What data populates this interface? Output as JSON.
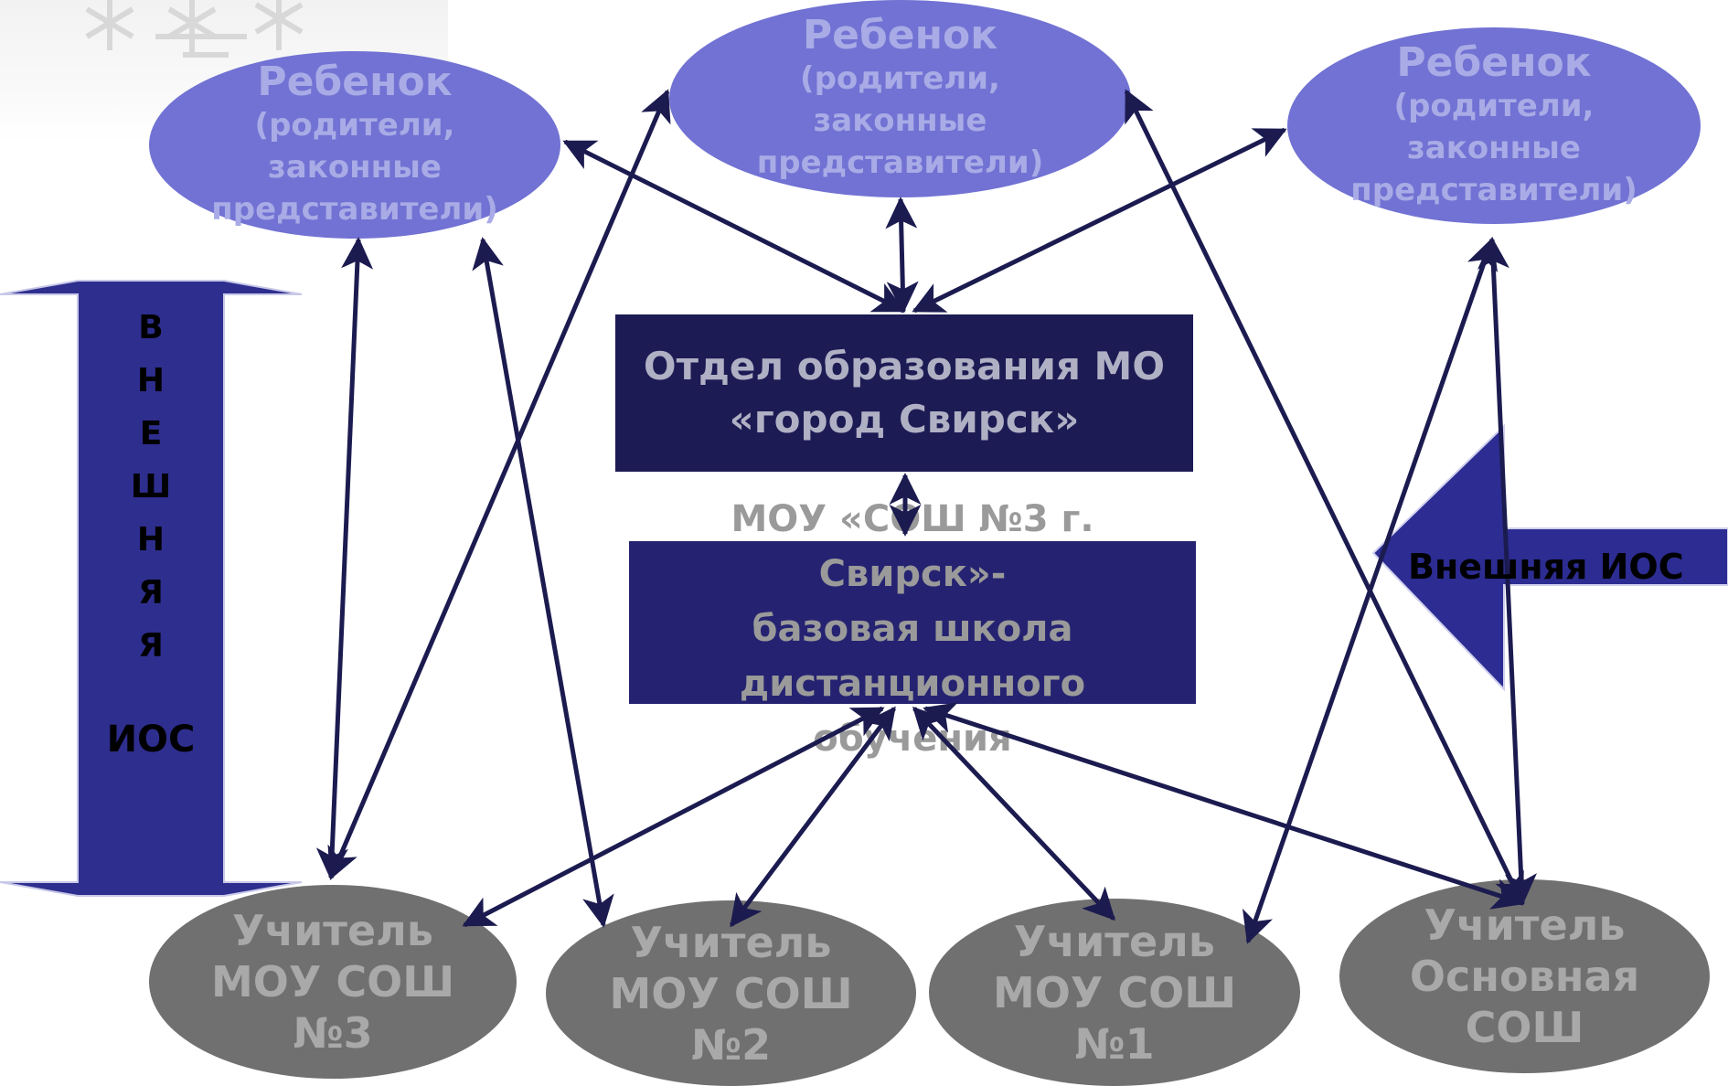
{
  "parents": [
    {
      "title": "Ребенок",
      "lines": [
        "(родители,",
        "законные",
        "представители)"
      ]
    },
    {
      "title": "Ребенок",
      "lines": [
        "(родители,",
        "законные",
        "представители)"
      ]
    },
    {
      "title": "Ребенок",
      "lines": [
        "(родители,",
        "законные",
        "представители)"
      ]
    }
  ],
  "department": {
    "lines": [
      "Отдел образования МО",
      "«город Свирск»"
    ]
  },
  "base_school": {
    "lines": [
      "МОУ «СОШ №3 г.",
      "Свирск»-",
      "базовая школа",
      "дистанционного",
      "обучения"
    ]
  },
  "teachers": [
    {
      "lines": [
        "Учитель",
        "МОУ СОШ",
        "№3"
      ]
    },
    {
      "lines": [
        "Учитель",
        "МОУ СОШ",
        "№2"
      ]
    },
    {
      "lines": [
        "Учитель",
        "МОУ СОШ",
        "№1"
      ]
    },
    {
      "lines": [
        "Учитель",
        "Основная",
        "СОШ"
      ]
    }
  ],
  "vertical_label": {
    "letters": [
      "В",
      "Н",
      "Е",
      "Ш",
      "Н",
      "Я",
      "Я"
    ],
    "suffix": "ИОС"
  },
  "right_arrow_label": "Внешняя ИОС",
  "colors": {
    "parent_fill": "#7172d3",
    "teacher_fill": "#707070",
    "department_fill": "#1d1b54",
    "school_fill": "#252371",
    "arrow_navy": "#1c1b50",
    "big_arrow_fill": "#2c2c92"
  }
}
